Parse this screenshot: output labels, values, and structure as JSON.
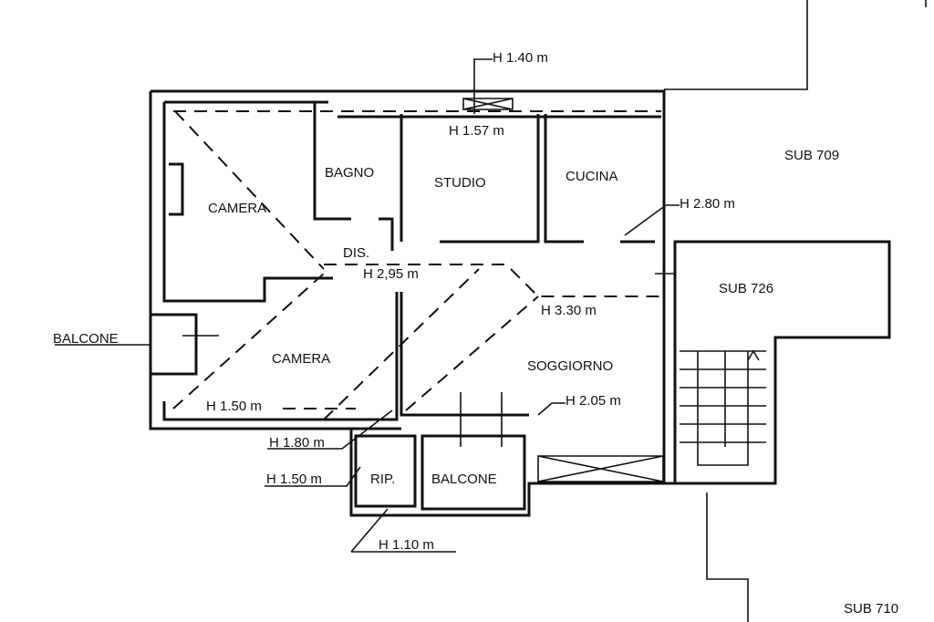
{
  "rooms": {
    "camera_top": "CAMERA",
    "bagno": "BAGNO",
    "studio": "STUDIO",
    "cucina": "CUCINA",
    "dis": "DIS.",
    "camera_bottom": "CAMERA",
    "soggiorno": "SOGGIORNO",
    "rip": "RIP.",
    "balcone_bottom": "BALCONE",
    "balcone_left": "BALCONE"
  },
  "neighbors": {
    "sub709": "SUB 709",
    "sub726": "SUB 726",
    "sub710": "SUB 710"
  },
  "heights": {
    "h140": "H 1.40 m",
    "h157": "H 1.57 m",
    "h280": "H 2.80 m",
    "h295": "H 2,95 m",
    "h330": "H 3.30 m",
    "h150a": "H 1.50 m",
    "h205": "H 2.05 m",
    "h180": "H 1.80 m",
    "h150b": "H 1.50 m",
    "h110": "H 1.10 m"
  }
}
